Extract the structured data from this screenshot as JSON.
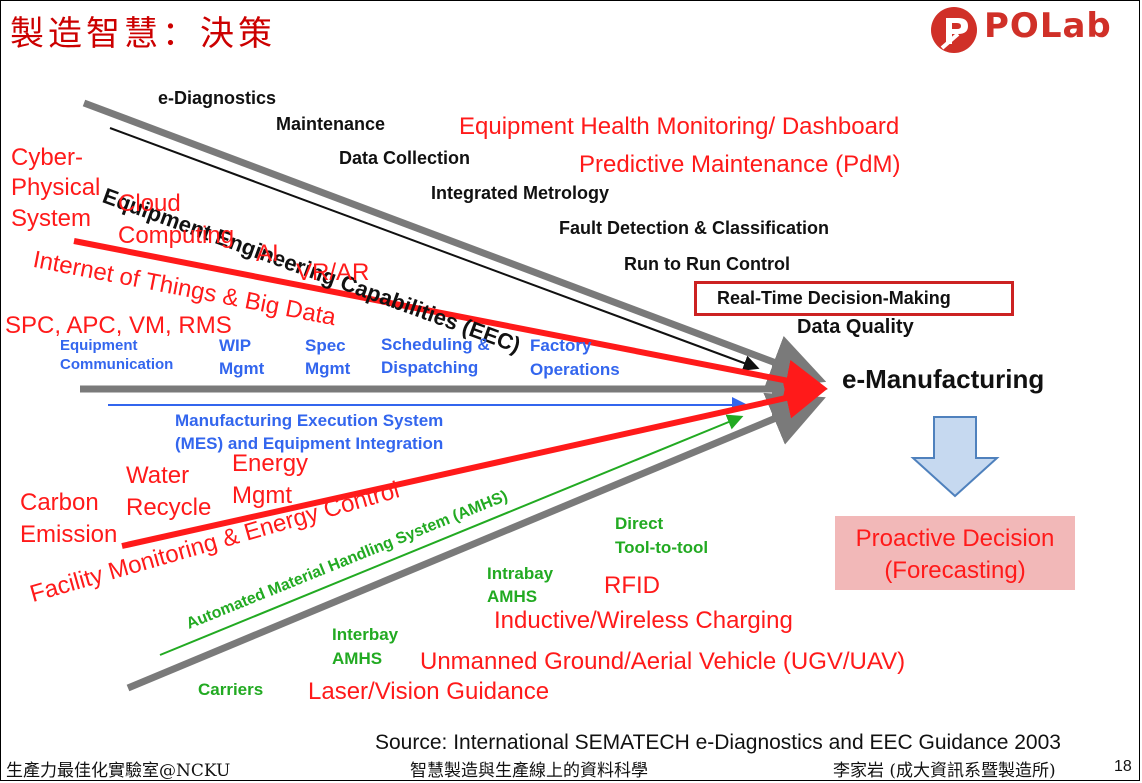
{
  "title": "製造智慧：決策",
  "logo": {
    "text": "POLab"
  },
  "black_items": [
    "e-Diagnostics",
    "Maintenance",
    "Data Collection",
    "Integrated Metrology",
    "Fault Detection & Classification",
    "Run to Run Control",
    "Real-Time Decision-Making",
    "Data Quality"
  ],
  "eec_label": "Equipment Engineering Capabilities (EEC)",
  "target": "e-Manufacturing",
  "red_top": [
    "Equipment Health Monitoring/ Dashboard",
    "Predictive Maintenance (PdM)"
  ],
  "red_left": [
    "Cyber-",
    "Physical",
    "System",
    "Cloud",
    "Computing",
    "AI",
    "VR/AR",
    "Internet of Things & Big Data",
    "SPC, APC, VM, RMS"
  ],
  "blue_items": [
    "Equipment",
    "Communication",
    "WIP",
    "Mgmt",
    "Spec",
    "Mgmt",
    "Scheduling &",
    "Dispatching",
    "Factory",
    "Operations"
  ],
  "mes": [
    "Manufacturing Execution System",
    "(MES) and Equipment Integration"
  ],
  "red_lower": [
    "Water",
    "Recycle",
    "Energy",
    "Mgmt",
    "Carbon",
    "Emission",
    "Facility Monitoring & Energy Control"
  ],
  "amhs_label": "Automated Material Handling System (AMHS)",
  "green_items": [
    "Direct",
    "Tool-to-tool",
    "Intrabay",
    "AMHS",
    "Interbay",
    "AMHS",
    "Carriers"
  ],
  "red_bottom": [
    "RFID",
    "Inductive/Wireless Charging",
    "Unmanned Ground/Aerial Vehicle (UGV/UAV)",
    "Laser/Vision Guidance"
  ],
  "proactive": "Proactive Decision (Forecasting)",
  "source": "Source: International SEMATECH e-Diagnostics and EEC Guidance 2003",
  "footer": {
    "left": "生產力最佳化實驗室@NCKU",
    "center": "智慧製造與生產線上的資料科學",
    "right": "李家岩 (成大資訊系暨製造所)",
    "page": "18"
  },
  "colors": {
    "red": "#ff1a1a",
    "blue": "#3366ee",
    "green": "#22aa22",
    "gray": "#7a7a7a",
    "proactive_bg": "#f2b8b8",
    "arrow_fill": "#c6d9f0",
    "arrow_stroke": "#4f81bd"
  }
}
